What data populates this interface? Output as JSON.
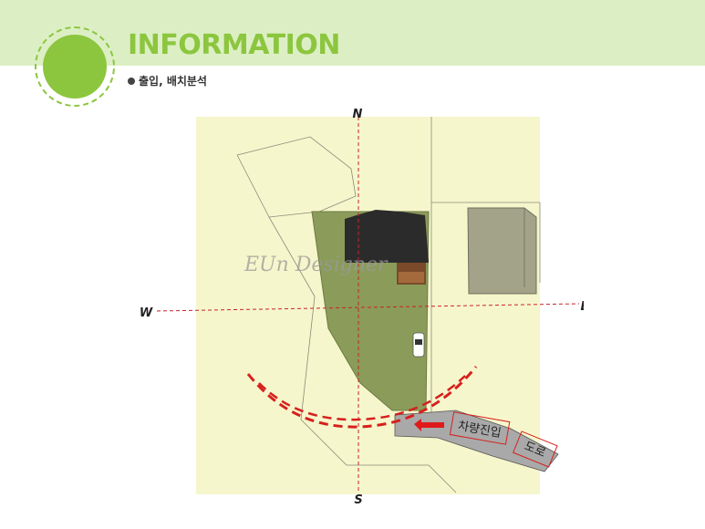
{
  "header": {
    "title": "INFORMATION",
    "subtitle": "출입, 배치분석"
  },
  "compass": {
    "north": "N",
    "south": "S",
    "east": "E",
    "west": "W"
  },
  "annotations": {
    "vehicle_entry": "차량진입",
    "road": "도로",
    "watermark": "EUn Designer"
  },
  "colors": {
    "accent": "#8cc63f",
    "header_band": "#dcefc4",
    "site_fill": "#8b9b5a",
    "land_fill": "#f6f6cc",
    "route_red": "#d6201d"
  }
}
